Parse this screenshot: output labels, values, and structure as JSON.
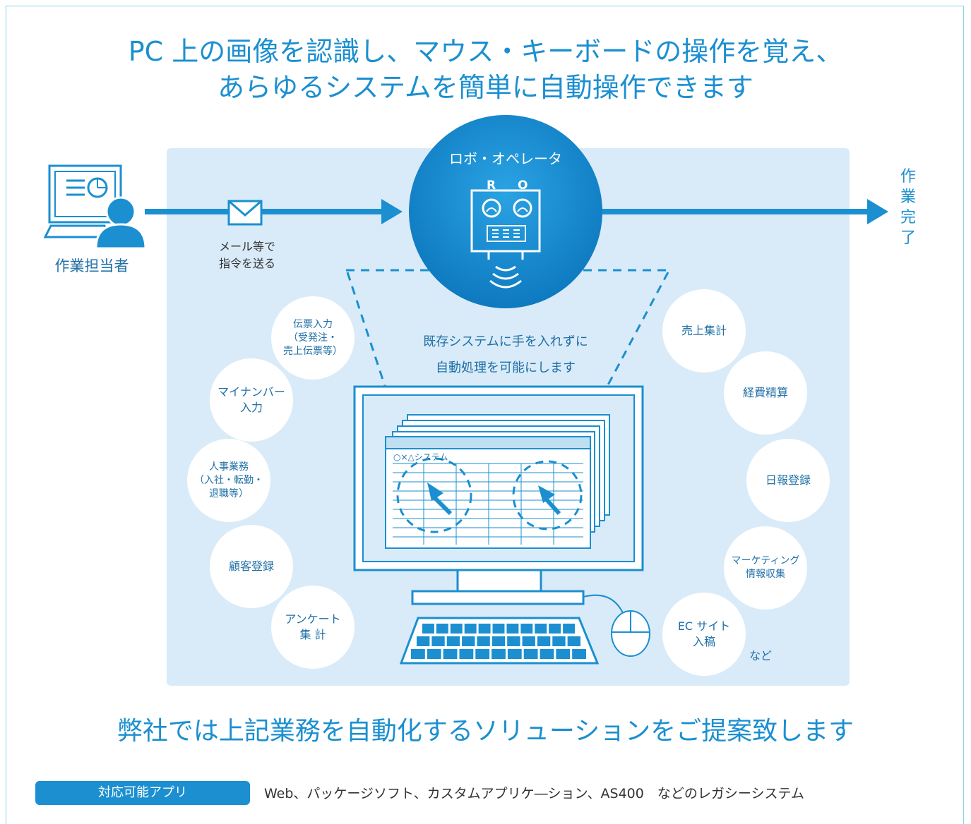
{
  "header": {
    "line1": "PC 上の画像を認識し、マウス・キーボードの操作を覚え、",
    "line2": "あらゆるシステムを簡単に自動操作できます"
  },
  "diagram": {
    "worker_label": "作業担当者",
    "mail_label": "メール等で\n指令を送る",
    "robot_label": "ロボ・オペレータ",
    "robot_letters": [
      "R",
      "O"
    ],
    "done_label": "作\n業\n完\n了",
    "center_text": "既存システムに手を入れずに\n自動処理を可能にします",
    "window_title": "○×△システム",
    "etc_label": "など"
  },
  "tasks_left": [
    {
      "label": "伝票入力\n（受発注・\n売上伝票等）"
    },
    {
      "label": "マイナンバー\n入力"
    },
    {
      "label": "人事業務\n（入社・転勤・\n退職等）"
    },
    {
      "label": "顧客登録"
    },
    {
      "label": "アンケート\n集 計"
    }
  ],
  "tasks_right": [
    {
      "label": "売上集計"
    },
    {
      "label": "経費精算"
    },
    {
      "label": "日報登録"
    },
    {
      "label": "マーケティング\n情報収集"
    },
    {
      "label": "EC サイト\n入稿"
    }
  ],
  "footer": {
    "headline": "弊社では上記業務を自動化するソリューションをご提案致します",
    "apps_tag": "対応可能アプリ",
    "apps_text": "Web、パッケージソフト、カスタムアプリケ―ション、AS400　などのレガシーシステム"
  },
  "colors": {
    "primary_blue": "#1b8fd0",
    "panel_bg": "#d9ebf8",
    "text_blue": "#1f6fa6"
  }
}
